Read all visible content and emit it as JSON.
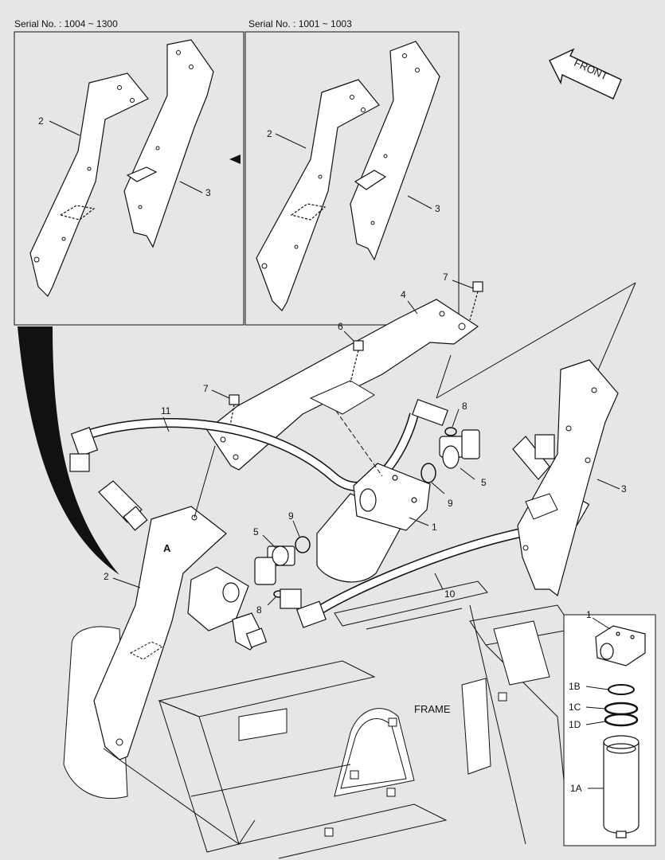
{
  "headers": {
    "serial_left": "Serial No. : 1004 ~ 1300",
    "serial_right": "Serial No. : 1001 ~ 1003"
  },
  "labels": {
    "front": "FRONT",
    "frame": "FRAME",
    "view_a": "A"
  },
  "callouts": {
    "inset_left_2": "2",
    "inset_left_3": "3",
    "inset_right_2": "2",
    "inset_right_3": "3",
    "main_1": "1",
    "main_2": "2",
    "main_3": "3",
    "main_4": "4",
    "main_5_left": "5",
    "main_5_right": "5",
    "main_6": "6",
    "main_7_top": "7",
    "main_7_left": "7",
    "main_8_top": "8",
    "main_8_bottom": "8",
    "main_9_left": "9",
    "main_9_right": "9",
    "main_10": "10",
    "main_11": "11",
    "detail_1": "1",
    "detail_1b": "1B",
    "detail_1c": "1C",
    "detail_1d": "1D",
    "detail_1a": "1A"
  },
  "colors": {
    "background": "#e6e6e6",
    "line": "#111111",
    "part_fill": "#ffffff"
  }
}
